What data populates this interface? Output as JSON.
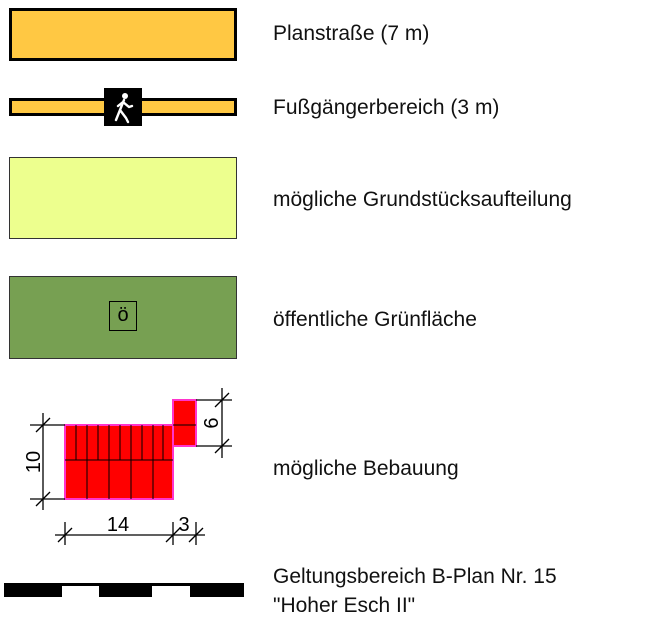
{
  "colors": {
    "road": "#ffc843",
    "plot": "#edff8e",
    "green": "#77a052",
    "building": "#ff0000",
    "building_outline": "#ff33cc",
    "border": "#000000"
  },
  "legend": [
    {
      "symbol": "planstrasse",
      "label": "Planstraße (7 m)"
    },
    {
      "symbol": "fussgaenger",
      "label": "Fußgängerbereich (3 m)",
      "icon": "pedestrian-icon"
    },
    {
      "symbol": "grundstueck",
      "label": "mögliche Grundstücksaufteilung"
    },
    {
      "symbol": "gruenflaeche",
      "label": "öffentliche Grünfläche",
      "marker": "ö"
    },
    {
      "symbol": "bebauung",
      "label": "mögliche Bebauung",
      "dimensions": {
        "height": "10",
        "width": "14",
        "annex_width": "3",
        "annex_height": "6"
      }
    },
    {
      "symbol": "geltungsbereich",
      "label_line1": "Geltungsbereich B-Plan Nr. 15",
      "label_line2": "\"Hoher Esch II\""
    }
  ]
}
